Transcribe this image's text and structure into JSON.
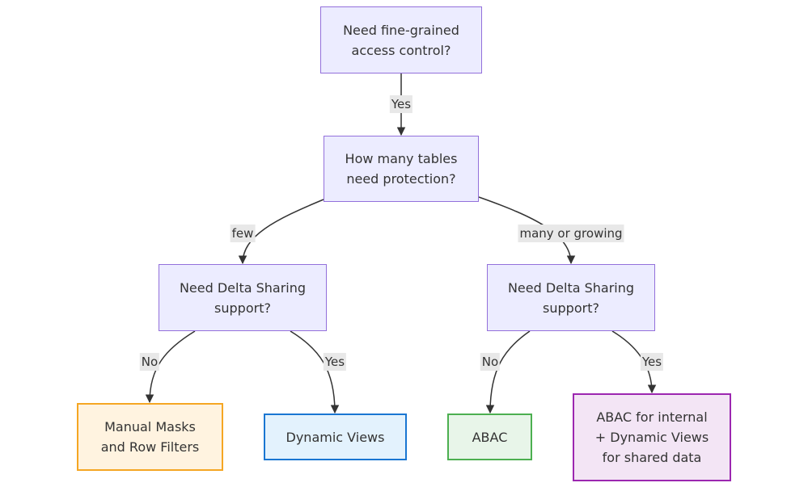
{
  "nodes": {
    "q1": {
      "line1": "Need fine-grained",
      "line2": "access control?"
    },
    "q2": {
      "line1": "How many tables",
      "line2": "need protection?"
    },
    "q3a": {
      "line1": "Need Delta Sharing",
      "line2": "support?"
    },
    "q3b": {
      "line1": "Need Delta Sharing",
      "line2": "support?"
    },
    "r1": {
      "line1": "Manual Masks",
      "line2": "and Row Filters"
    },
    "r2": {
      "line1": "Dynamic Views"
    },
    "r3": {
      "line1": "ABAC"
    },
    "r4": {
      "line1": "ABAC for internal",
      "line2": "+ Dynamic Views",
      "line3": "for shared data"
    }
  },
  "edges": {
    "q1_q2": "Yes",
    "q2_q3a": "few",
    "q2_q3b": "many or growing",
    "q3a_r1": "No",
    "q3a_r2": "Yes",
    "q3b_r3": "No",
    "q3b_r4": "Yes"
  },
  "colors": {
    "decision_fill": "#ECECFF",
    "decision_border": "#9370DB",
    "manual_border": "#F5A623",
    "dynamic_views_border": "#1976D2",
    "abac_border": "#4CAF50",
    "hybrid_border": "#9C27B0",
    "edge": "#333333",
    "label_bg": "#E8E8E8"
  }
}
